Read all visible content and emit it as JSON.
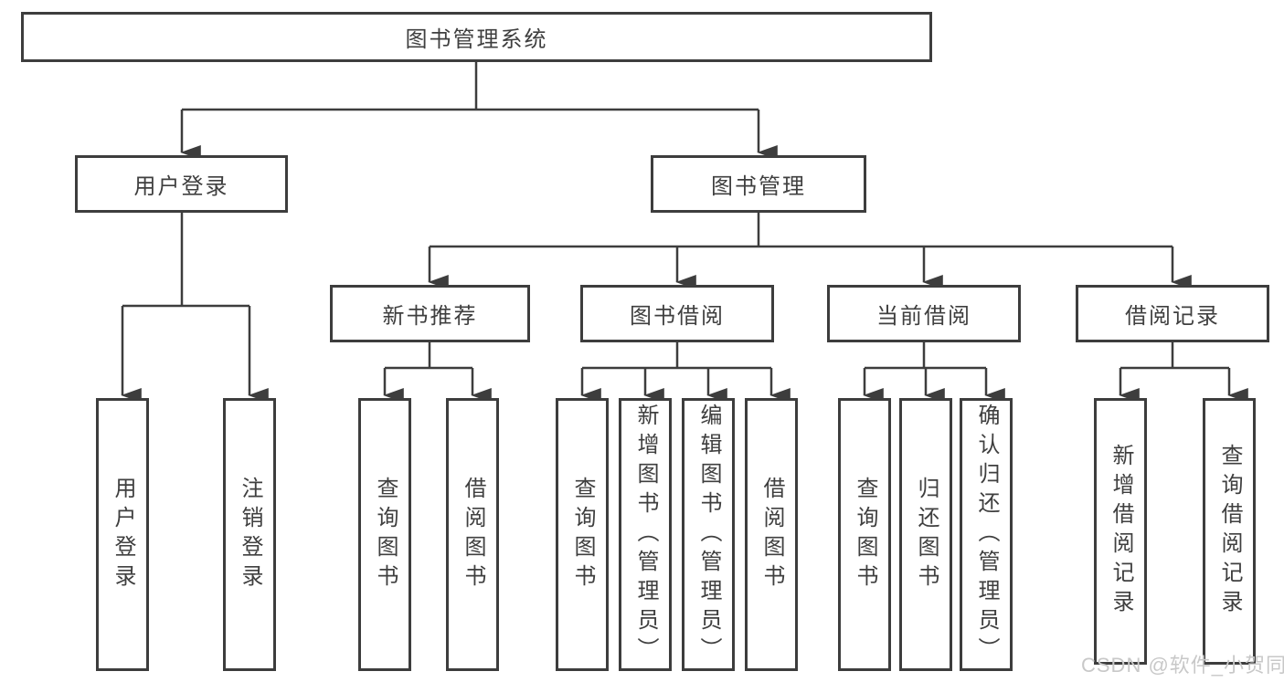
{
  "tree": {
    "root": {
      "label": "图书管理系统",
      "children": [
        {
          "label": "用户登录",
          "children": [
            {
              "label": "用户登录"
            },
            {
              "label": "注销登录"
            }
          ]
        },
        {
          "label": "图书管理",
          "children": [
            {
              "label": "新书推荐",
              "children": [
                {
                  "label": "查询图书"
                },
                {
                  "label": "借阅图书"
                }
              ]
            },
            {
              "label": "图书借阅",
              "children": [
                {
                  "label": "查询图书"
                },
                {
                  "label": "新增图书（管理员）"
                },
                {
                  "label": "编辑图书（管理员）"
                },
                {
                  "label": "借阅图书"
                }
              ]
            },
            {
              "label": "当前借阅",
              "children": [
                {
                  "label": "查询图书"
                },
                {
                  "label": "归还图书"
                },
                {
                  "label": "确认归还（管理员）"
                }
              ]
            },
            {
              "label": "借阅记录",
              "children": [
                {
                  "label": "新增借阅记录"
                },
                {
                  "label": "查询借阅记录"
                }
              ]
            }
          ]
        }
      ]
    }
  },
  "watermark": "CSDN @软件_小贺同学",
  "colors": {
    "line": "#3d3d3d",
    "text": "#3f3f3f",
    "background": "#ffffff",
    "watermark": "#c8c8c8"
  }
}
